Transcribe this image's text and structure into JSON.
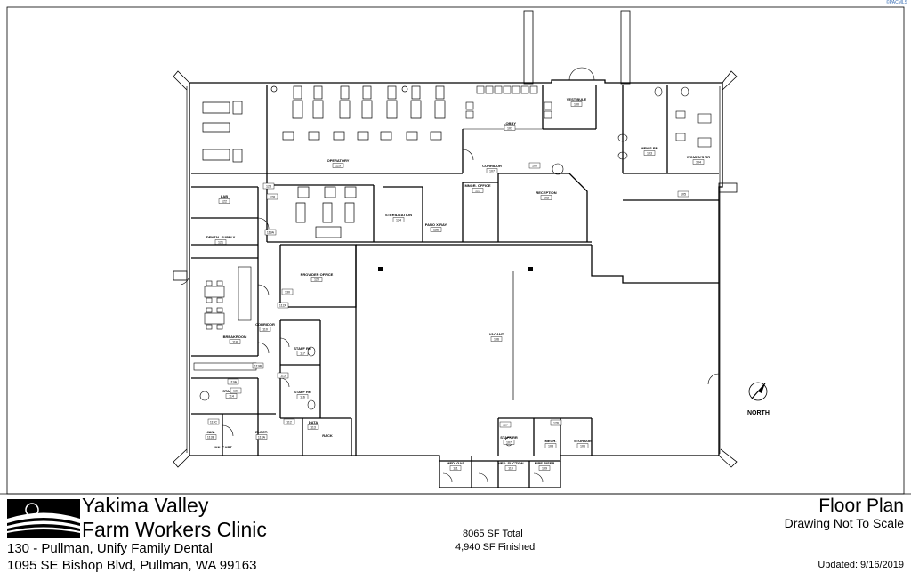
{
  "rooms": [
    {
      "name": "LOBBY",
      "num": "101"
    },
    {
      "name": "VESTIBULE",
      "num": "100"
    },
    {
      "name": "MEN'S RR",
      "num": "103"
    },
    {
      "name": "WOMEN'S RR",
      "num": "104"
    },
    {
      "name": "OPERATORY",
      "num": "129"
    },
    {
      "name": "LAB",
      "num": "122"
    },
    {
      "name": "CORRIDOR",
      "num": "107"
    },
    {
      "name": "RECEPTION",
      "num": "102"
    },
    {
      "name": "STERILIZATION",
      "num": "124"
    },
    {
      "name": "PANO X-RAY",
      "num": "126"
    },
    {
      "name": "MNGR. OFFICE",
      "num": "125"
    },
    {
      "name": "DENTAL SUPPLY",
      "num": "121"
    },
    {
      "name": "PROVIDER OFFICE",
      "num": "120"
    },
    {
      "name": "BREAKROOM",
      "num": "118"
    },
    {
      "name": "CORRIDOR",
      "num": "110"
    },
    {
      "name": "STAFF RR",
      "num": "117"
    },
    {
      "name": "STAFF RR",
      "num": "116"
    },
    {
      "name": "STAFF RR",
      "num": "114"
    },
    {
      "name": "DATA",
      "num": "113"
    },
    {
      "name": "ELECT.",
      "num": "113A"
    },
    {
      "name": "JAN.",
      "num": "113B"
    },
    {
      "name": "JAN. CART",
      "num": ""
    },
    {
      "name": "RACK",
      "num": ""
    },
    {
      "name": "VACANT",
      "num": "106"
    },
    {
      "name": "STAFF RR",
      "num": "107"
    },
    {
      "name": "MECH.",
      "num": "108"
    },
    {
      "name": "STORAGE",
      "num": "106"
    },
    {
      "name": "MED. GAS",
      "num": "111"
    },
    {
      "name": "MED. SUCTION",
      "num": "110"
    },
    {
      "name": "FIRE RISER",
      "num": "109"
    }
  ],
  "tags": [
    "105",
    "100",
    "119A",
    "119B",
    "130",
    "115",
    "112",
    "113C",
    "127",
    "123",
    "128",
    "126",
    "112A",
    "131",
    "119A"
  ],
  "north": "NORTH",
  "titleblock": {
    "org_line1": "Yakima Valley",
    "org_line2": "Farm Workers Clinic",
    "address_line1": "130 - Pullman, Unify Family Dental",
    "address_line2": "1095 SE Bishop Blvd, Pullman, WA 99163",
    "sf_total": "8065 SF Total",
    "sf_finished": "4,940 SF Finished",
    "title": "Floor Plan",
    "note": "Drawing Not To Scale",
    "updated": "Updated: 9/16/2019",
    "corner_tag": "©PACMLS"
  }
}
